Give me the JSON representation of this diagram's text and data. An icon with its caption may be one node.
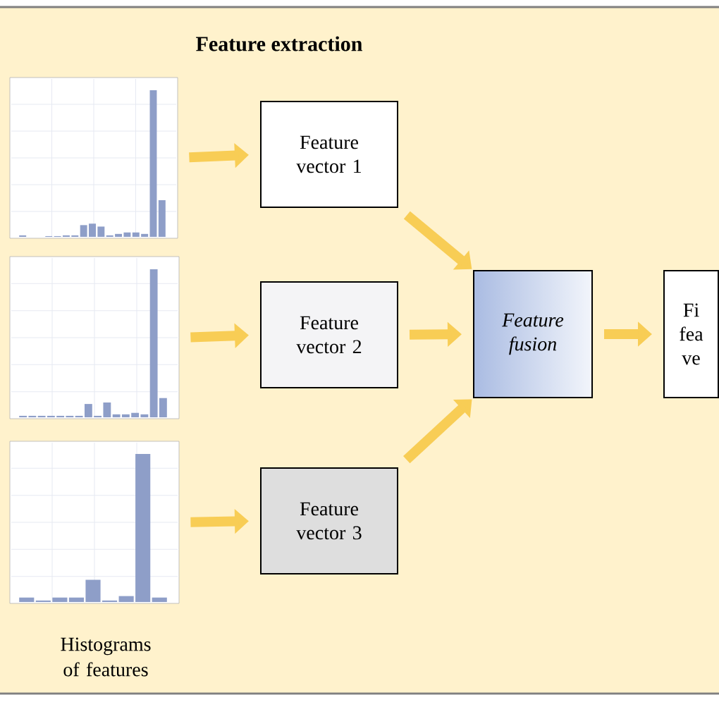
{
  "diagram": {
    "title": "Feature extraction",
    "nodes": [
      {
        "text": [],
        "shape": "picture"
      },
      {
        "text": [],
        "shape": "picture"
      },
      {
        "text": [],
        "shape": "picture"
      },
      {
        "text": [
          "Feature vector 1"
        ]
      },
      {
        "text": [
          "Feature vector 2"
        ]
      },
      {
        "text": [
          "Feature vector 3"
        ]
      },
      {
        "text": [
          "Feature fusion"
        ]
      },
      {
        "text": [
          "Fi fea ve"
        ]
      }
    ],
    "edges": [
      {
        "from": 0,
        "to": 3,
        "arrow": "to"
      },
      {
        "from": 1,
        "to": 4,
        "arrow": "to"
      },
      {
        "from": 2,
        "to": 5,
        "arrow": "to"
      },
      {
        "from": 3,
        "to": 6,
        "arrow": "to"
      },
      {
        "from": 4,
        "to": 6,
        "arrow": "to"
      },
      {
        "from": 5,
        "to": 6,
        "arrow": "to"
      },
      {
        "from": 6,
        "to": 7,
        "arrow": "to"
      }
    ],
    "labels": [
      "Histograms of features"
    ]
  }
}
